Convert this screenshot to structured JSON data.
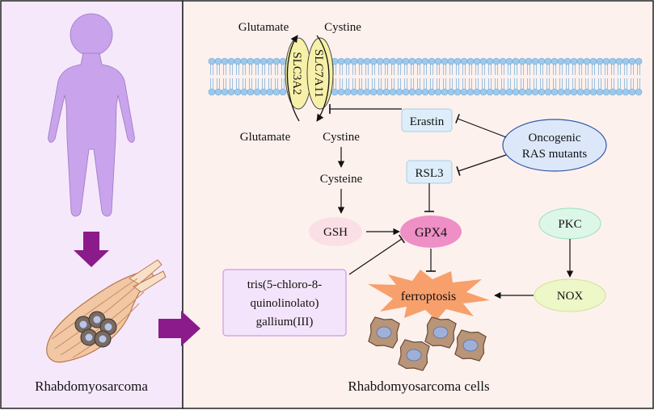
{
  "left_panel": {
    "caption": "Rhabdomyosarcoma",
    "background": "#f6e8fb",
    "child_color": "#c9a3ec",
    "arrow_color": "#8b1a8b"
  },
  "right_panel": {
    "caption": "Rhabdomyosarcoma cells",
    "background": "#fdf1ee"
  },
  "membrane": {
    "transporter_left": "SLC3A2",
    "transporter_right": "SLC7A11",
    "transporter_color": "#f7f0a8",
    "head_color": "#9cc9ec"
  },
  "labels": {
    "glutamate_top": "Glutamate",
    "cystine_top": "Cystine",
    "glutamate_bottom": "Glutamate",
    "cystine_bottom": "Cystine",
    "cysteine": "Cysteine"
  },
  "nodes": {
    "erastin": "Erastin",
    "rsl3": "RSL3",
    "ras_line1": "Oncogenic",
    "ras_line2": "RAS mutants",
    "gsh": "GSH",
    "gpx4": "GPX4",
    "pkc": "PKC",
    "nox": "NOX",
    "ferroptosis": "ferroptosis",
    "gallium_line1": "tris(5-chloro-8-",
    "gallium_line2": "quinolinolato)",
    "gallium_line3": "gallium(III)"
  },
  "colors": {
    "erastin_fill": "#ddeefa",
    "ras_fill": "#dce8fa",
    "gsh_fill": "#fbdfe6",
    "gpx4_fill": "#ee8fc6",
    "pkc_fill": "#dcf7e8",
    "nox_fill": "#eef7c8",
    "ferroptosis_fill": "#f7a06c",
    "gallium_fill": "#f4e4fb",
    "gallium_stroke": "#c99ae3",
    "cell_fill": "#b89478",
    "nucleus_fill": "#9fb0d8"
  }
}
